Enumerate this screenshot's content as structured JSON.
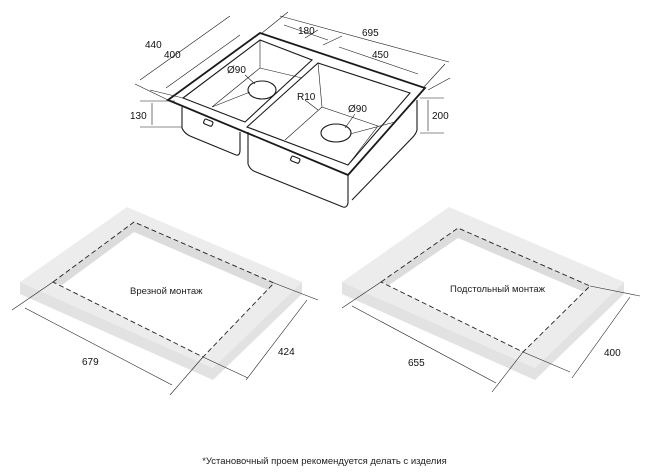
{
  "sink": {
    "dims": {
      "depth_outer": "440",
      "depth_inner": "400",
      "small_bowl_width": "180",
      "total_width": "695",
      "large_bowl_width": "450",
      "small_bowl_depth": "130",
      "large_bowl_depth": "200",
      "drain_small": "Ø90",
      "drain_large": "Ø90",
      "corner_radius": "R10"
    }
  },
  "flush_mount": {
    "label": "Врезной монтаж",
    "width": "679",
    "depth": "424"
  },
  "undermount": {
    "label": "Подстольный монтаж",
    "width": "655",
    "depth": "400"
  },
  "footnote": "*Установочный проем рекомендуется делать с изделия",
  "colors": {
    "slab_top": "#ececec",
    "slab_side": "#e2e2e2",
    "line": "#1a1a1a"
  }
}
